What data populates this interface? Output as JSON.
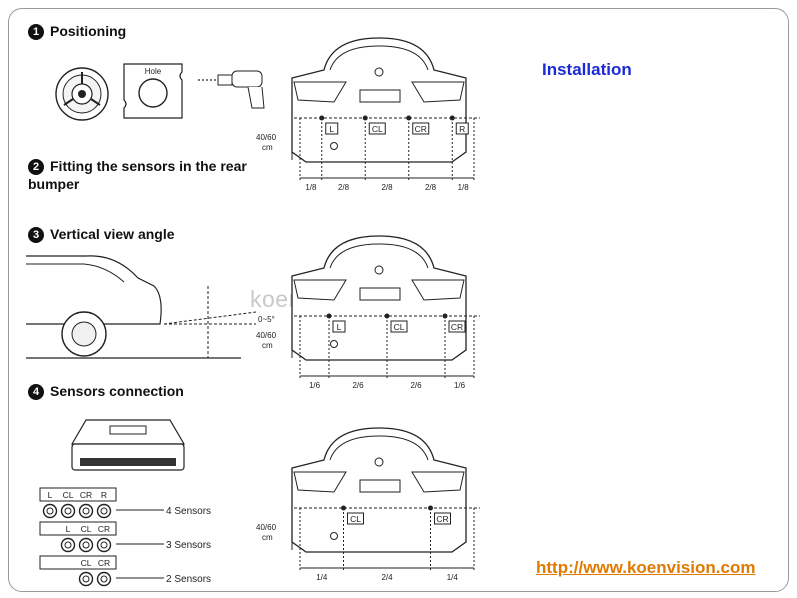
{
  "steps": [
    {
      "num": "1",
      "label": "Positioning"
    },
    {
      "num": "2",
      "label": "Fitting the sensors in the rear",
      "label2": "bumper"
    },
    {
      "num": "3",
      "label": "Vertical view angle"
    },
    {
      "num": "4",
      "label": "Sensors connection"
    }
  ],
  "title": "Installation",
  "link": "http://www.koenvision.com",
  "watermark": "koenvision.com",
  "hole_label": "Hole",
  "angle_label": "0~5°",
  "height_label": [
    "40/60",
    "cm"
  ],
  "layouts": [
    {
      "sensors": [
        "L",
        "CL",
        "CR",
        "R"
      ],
      "dims": [
        "1/8",
        "2/8",
        "2/8",
        "2/8",
        "1/8"
      ]
    },
    {
      "sensors": [
        "L",
        "CL",
        "CR"
      ],
      "dims": [
        "1/6",
        "2/6",
        "2/6",
        "1/6"
      ]
    },
    {
      "sensors": [
        "CL",
        "CR"
      ],
      "dims": [
        "1/4",
        "2/4",
        "1/4"
      ]
    }
  ],
  "connection_rows": [
    {
      "labels": [
        "L",
        "CL",
        "CR",
        "R"
      ],
      "text": "4 Sensors"
    },
    {
      "labels": [
        "L",
        "CL",
        "CR"
      ],
      "text": "3 Sensors"
    },
    {
      "labels": [
        "CL",
        "CR"
      ],
      "text": "2 Sensors"
    }
  ]
}
